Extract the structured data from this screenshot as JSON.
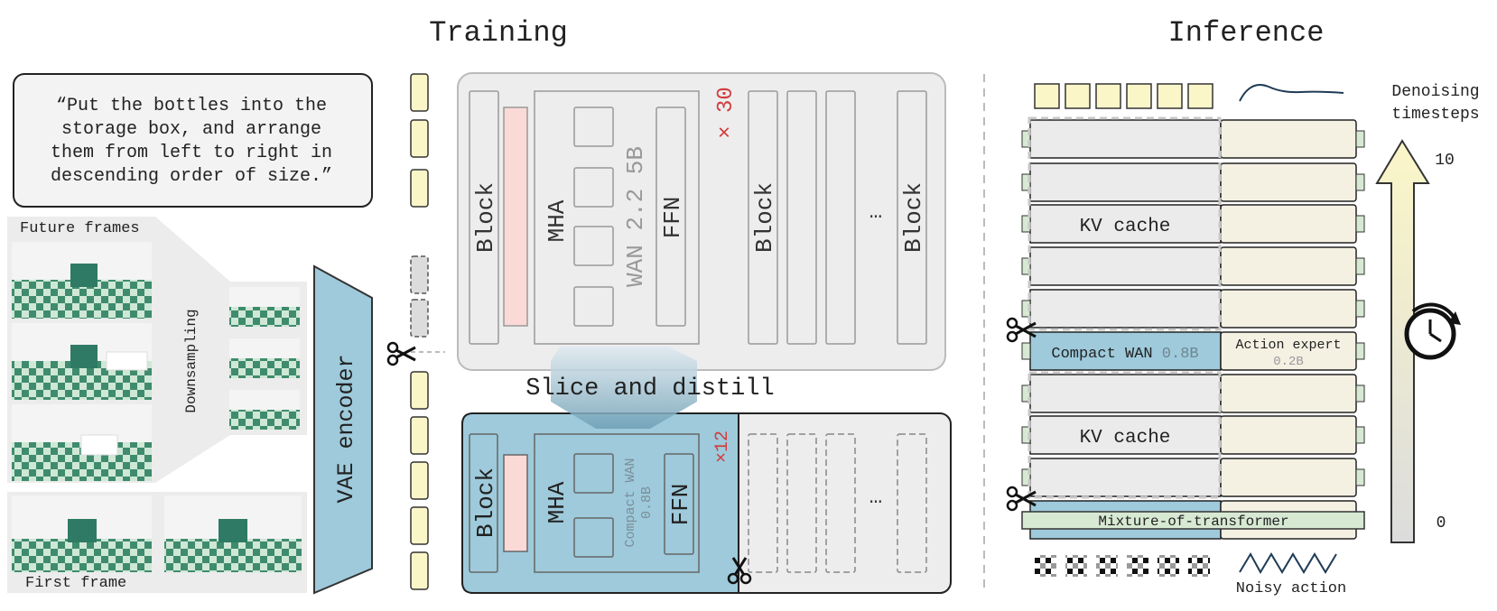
{
  "training": {
    "title": "Training",
    "prompt_lines": [
      "“Put the bottles into the",
      "storage box, and arrange",
      "them from left to right in",
      "descending order of size.”"
    ],
    "future_frames_label": "Future frames",
    "first_frame_label": "First frame",
    "downsampling_label": "Downsampling",
    "vae_label": "VAE encoder",
    "big_model": {
      "block_label": "Block",
      "mha_label": "MHA",
      "model_name": "WAN 2.2 5B",
      "ffn_label": "FFN",
      "repeat": "× 30",
      "ellipsis": "…"
    },
    "slice_label": "Slice and distill",
    "small_model": {
      "block_label": "Block",
      "mha_label": "MHA",
      "model_name_1": "Compact WAN",
      "model_name_2": "0.8B",
      "ffn_label": "FFN",
      "repeat": "×12",
      "ellipsis": "…"
    }
  },
  "inference": {
    "title": "Inference",
    "kv_cache_label": "KV cache",
    "compact_wan_label": "Compact WAN",
    "compact_wan_size": "0.8B",
    "action_expert_label": "Action expert",
    "action_expert_size": "0.2B",
    "mot_label": "Mixture-of-transformer",
    "noisy_action_label": "Noisy action",
    "denoising_label_1": "Denoising",
    "denoising_label_2": "timesteps",
    "tick_top": "10",
    "tick_bottom": "0"
  },
  "colors": {
    "token": "#fbf6c8",
    "blue": "#9ecadb",
    "pink": "#fbd9d6",
    "cream": "#f4f1e3",
    "grey_box": "#ebebeb",
    "green": "#d7e9d3",
    "red": "#d23b3b"
  }
}
